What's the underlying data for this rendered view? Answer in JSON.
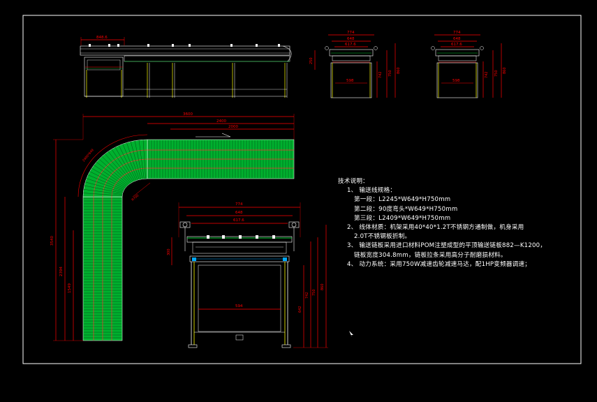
{
  "drawing": {
    "background": "#000000",
    "frame_color": "#ffffff",
    "dimension_color": "#ff0000",
    "chain_color": "#00cc33",
    "frame_line_color": "#ffff00"
  },
  "dimensions": {
    "top_conveyor_width": "848.6",
    "side1": {
      "w1": "774",
      "w2": "648",
      "w3": "617.6",
      "h1": "250",
      "h2": "742",
      "h3": "750",
      "h4": "860",
      "base": "598"
    },
    "side2": {
      "w1": "774",
      "w2": "648",
      "w3": "617.6",
      "h1": "742",
      "h2": "750",
      "h3": "860",
      "base": "598"
    },
    "plan": {
      "overall": "3600",
      "seg1": "2400",
      "seg2": "2000",
      "height_total": "3540",
      "h_a": "2394",
      "h_b": "1549",
      "radius": "R700",
      "arc_label": "2400*649"
    },
    "section": {
      "w1": "774",
      "w2": "648",
      "w3": "617.6",
      "h1": "300",
      "h2": "742",
      "h3": "750",
      "h4": "860",
      "h5": "642",
      "base": "594"
    }
  },
  "notes": {
    "title": "技术说明：",
    "item1": "1、 输送线规格：",
    "item1a": "第一段：L2245*W649*H750mm",
    "item1b": "第二段：90度弯头*W649*H750mm",
    "item1c": "第三段：L2409*W649*H750mm",
    "item2": "2、 线体材质：机架采用40*40*1.2T不锈钢方通制做，机身采用",
    "item2b": "2.0T不锈钢板折制。",
    "item3": "3、 输送链板采用进口材料POM注塑成型的平顶输送链板882—K1200，",
    "item3b": "链板宽度304.8mm，链板拉条采用高分子耐磨损材料。",
    "item4": "4、 动力系统：采用750W减速齿轮减速马达，配1HP变频器调速；"
  }
}
